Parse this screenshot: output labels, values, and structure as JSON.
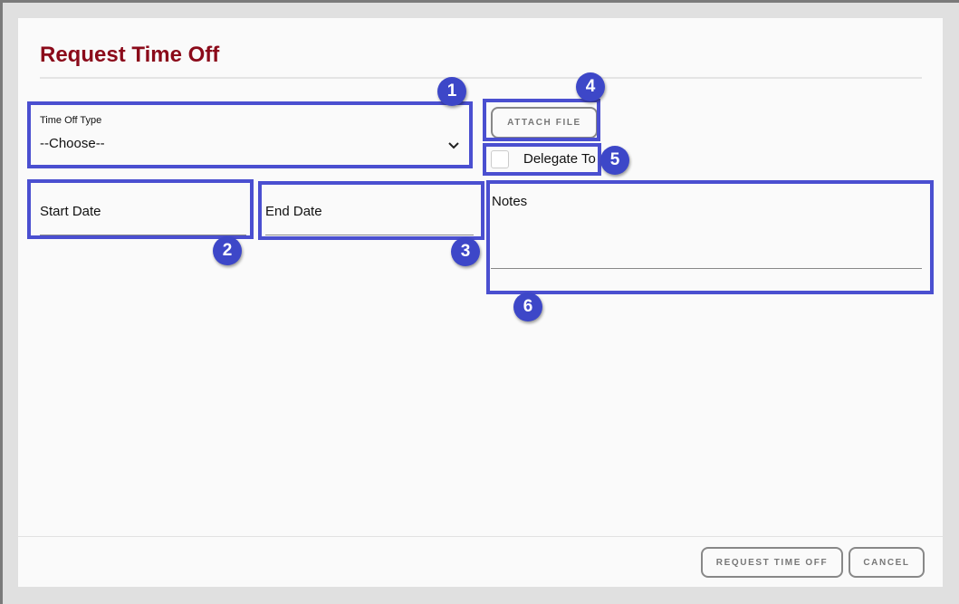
{
  "dialog": {
    "title": "Request Time Off"
  },
  "form": {
    "time_off_type": {
      "label": "Time Off Type",
      "value": "--Choose--"
    },
    "start_date": {
      "placeholder": "Start Date"
    },
    "end_date": {
      "placeholder": "End Date"
    },
    "attach_file": "ATTACH FILE",
    "delegate": {
      "label": "Delegate To",
      "checked": false
    },
    "notes": {
      "placeholder": "Notes"
    }
  },
  "footer": {
    "submit": "REQUEST TIME OFF",
    "cancel": "CANCEL"
  },
  "annotations": [
    "1",
    "2",
    "3",
    "4",
    "5",
    "6"
  ],
  "colors": {
    "title": "#8b0a1a",
    "highlight": "#4a4fd0",
    "badge": "#3d47c8"
  }
}
